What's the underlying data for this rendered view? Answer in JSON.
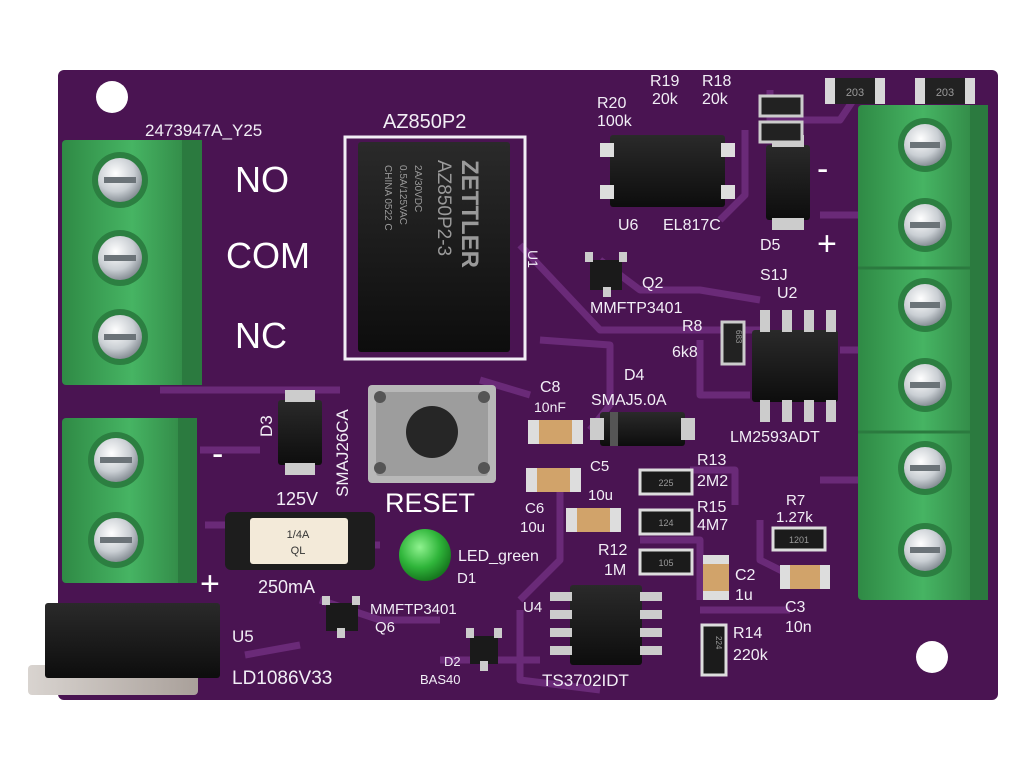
{
  "board": {
    "colors": {
      "pcb": "#4a1452",
      "trace": "#6a2a78",
      "terminal": "#3fa85a",
      "silk": "#f2eef6"
    }
  },
  "labels": {
    "board_id": "2473947A_Y25",
    "relay_ref": "AZ850P2",
    "relay_body": [
      "ZETTLER",
      "AZ850P2-3"
    ],
    "relay_small": [
      "2A/30VDC",
      "0.5A/125VAC",
      "CHINA   0522 C"
    ],
    "no": "NO",
    "com": "COM",
    "nc": "NC",
    "minus_left": "-",
    "plus_left": "+",
    "minus_right": "-",
    "plus_right": "+",
    "d3": "D3",
    "smaj26ca": "SMAJ26CA",
    "v125": "125V",
    "reset": "RESET",
    "fuse_body": [
      "1/4A",
      "QL"
    ],
    "ma250": "250mA",
    "led": "LED_green",
    "d1": "D1",
    "u5": "U5",
    "ld1086": "LD1086V33",
    "q6_part": "MMFTP3401",
    "q6": "Q6",
    "d2": "D2",
    "bas40": "BAS40",
    "u4": "U4",
    "ts3702": "TS3702IDT",
    "r20": "R20",
    "r20v": "100k",
    "r19": "R19",
    "r19v": "20k",
    "r18": "R18",
    "r18v": "20k",
    "u6": "U6",
    "el817c": "EL817C",
    "d5": "D5",
    "s1j": "S1J",
    "q2": "Q2",
    "q2_part": "MMFTP3401",
    "u2": "U2",
    "r8": "R8",
    "r8v": "6k8",
    "d4": "D4",
    "smaj5": "SMAJ5.0A",
    "lm2593": "LM2593ADT",
    "c8": "C8",
    "c8v": "10nF",
    "c5": "C5",
    "c5v": "10u",
    "c6": "C6",
    "c6v": "10u",
    "r13": "R13",
    "r13v": "2M2",
    "r15": "R15",
    "r15v": "4M7",
    "r12": "R12",
    "r12v": "1M",
    "r7": "R7",
    "r7v": "1.27k",
    "c2": "C2",
    "c2v": "1u",
    "c3": "C3",
    "c3v": "10n",
    "r14": "R14",
    "r14v": "220k",
    "res_203a": "203",
    "res_203b": "203",
    "chip_225": "225",
    "chip_124": "124",
    "chip_105": "105",
    "chip_1201": "1201",
    "chip_683": "683",
    "chip_224": "224",
    "chip_u1": "U1"
  },
  "icons": [
    "screw-terminal-icon",
    "relay-icon",
    "push-button-icon",
    "led-icon",
    "fuse-icon",
    "regulator-icon",
    "mounting-hole-icon"
  ]
}
